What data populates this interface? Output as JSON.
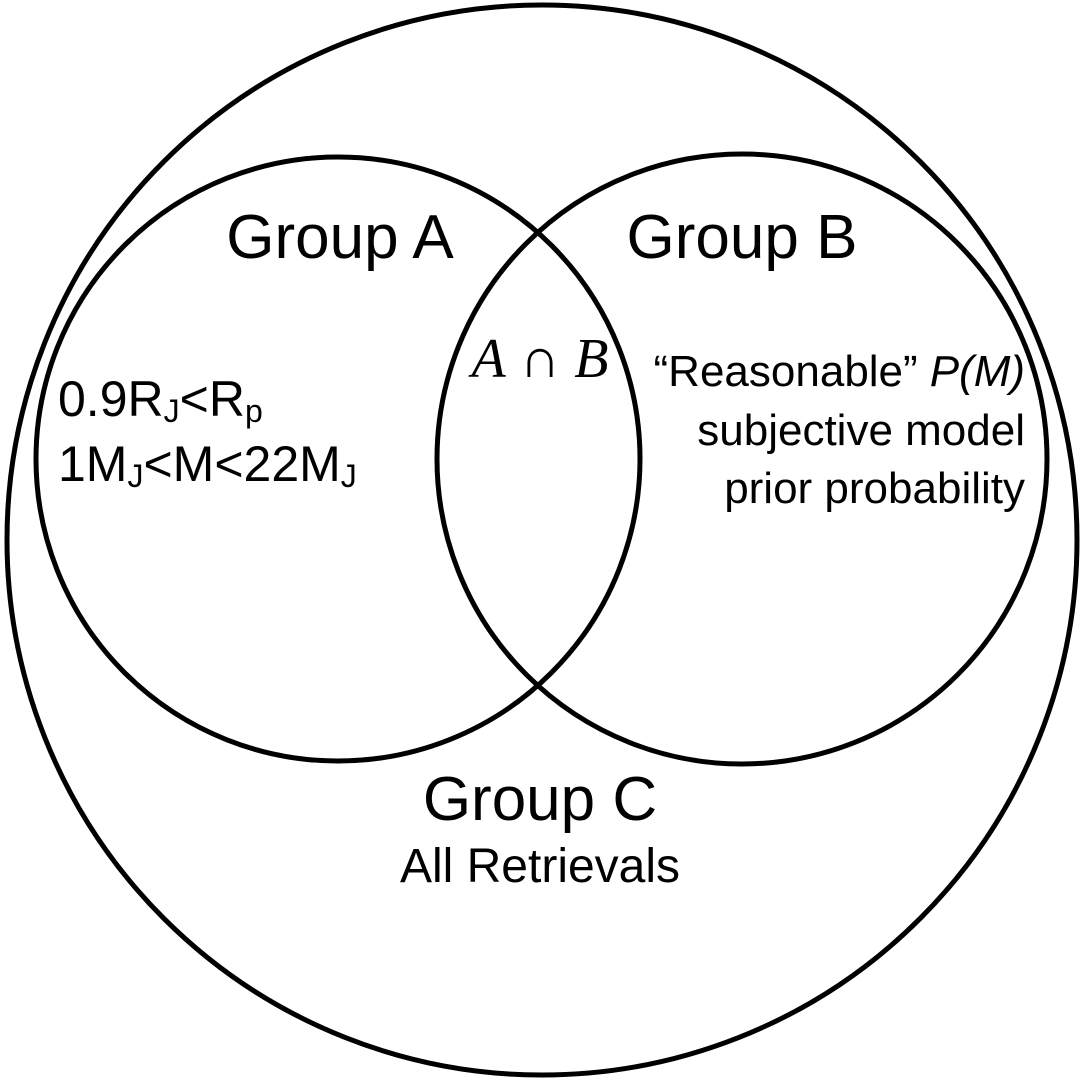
{
  "diagram": {
    "type": "venn",
    "sets": {
      "c": {
        "title": "Group C",
        "subtitle": "All Retrievals"
      },
      "a": {
        "title": "Group A",
        "criteria": [
          {
            "base1": "0.9R",
            "sub1": "J",
            "mid": "<R",
            "sub2": "p"
          },
          {
            "base1": "1M",
            "sub1": "J",
            "mid": "<M<22M",
            "sub2": "J"
          }
        ]
      },
      "b": {
        "title": "Group B",
        "line1_quote": "“Reasonable”",
        "line1_expr": "P(M)",
        "line2": "subjective model",
        "line3": "prior probability"
      },
      "intersection": {
        "a": "A",
        "op": "∩",
        "b": "B"
      }
    }
  }
}
